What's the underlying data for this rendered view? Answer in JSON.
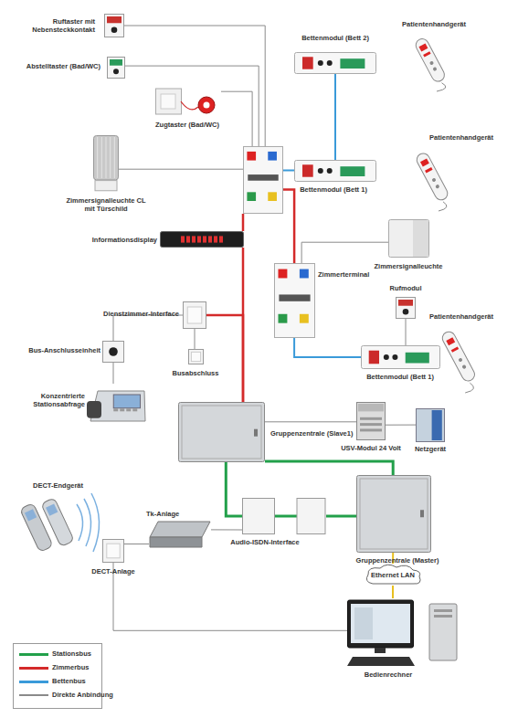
{
  "diagram": {
    "nodes": [
      {
        "text": [
          "Ruftaster mit Nebensteckkontakt"
        ]
      },
      {
        "text": [
          "Abstelltaster (Bad/WC)"
        ]
      },
      {
        "text": [
          "Zugtaster (Bad/WC)"
        ]
      },
      {
        "text": [
          "Zimmersignalleuchte CL mit Türschild"
        ]
      },
      {
        "text": [
          "Bettenmodul (Bett 2)"
        ]
      },
      {
        "text": [
          "Patientenhandgerät"
        ]
      },
      {
        "text": []
      },
      {
        "text": [
          "Patientenhandgerät"
        ]
      },
      {
        "text": [
          "Bettenmodul (Bett 1)"
        ]
      },
      {
        "text": [
          "Informationsdisplay"
        ]
      },
      {
        "text": [
          "Zimmerterminal"
        ]
      },
      {
        "text": [
          "Zimmersignalleuchte"
        ]
      },
      {
        "text": [
          "Rufmodul"
        ]
      },
      {
        "text": [
          "Patientenhandgerät"
        ]
      },
      {
        "text": [
          "Bettenmodul (Bett 1)"
        ]
      },
      {
        "text": [
          "Dienstzimmer-Interface"
        ]
      },
      {
        "text": [
          "Bus-Anschlusseinheit"
        ]
      },
      {
        "text": [
          "Busabschluss"
        ]
      },
      {
        "text": [
          "Konzentrierte Stationsabfrage"
        ]
      },
      {
        "text": [
          "Gruppenzentrale (Slave1)"
        ]
      },
      {
        "text": [
          "USV-Modul 24 Volt"
        ]
      },
      {
        "text": [
          "Netzgerät"
        ]
      },
      {
        "text": [
          "DECT-Endgerät"
        ]
      },
      {
        "text": [
          "Tk-Anlage"
        ]
      },
      {
        "text": [
          "Audio-ISDN-Interface"
        ]
      },
      {
        "text": [
          "Gruppenzentrale (Master)"
        ]
      },
      {
        "text": [
          "Ethernet LAN"
        ]
      },
      {
        "text": [
          "DECT-Anlage"
        ]
      },
      {
        "text": [
          "Bedienrechner"
        ]
      }
    ],
    "edges": [
      {
        "from": 0,
        "to": 6,
        "arrow": "none"
      },
      {
        "from": 1,
        "to": 6,
        "arrow": "none"
      },
      {
        "from": 2,
        "to": 6,
        "arrow": "none"
      },
      {
        "from": 3,
        "to": 6,
        "arrow": "none"
      },
      {
        "from": 6,
        "to": 8,
        "arrow": "none"
      },
      {
        "from": 8,
        "to": 4,
        "arrow": "none"
      },
      {
        "from": 6,
        "to": 10,
        "arrow": "none"
      },
      {
        "from": 6,
        "to": 9,
        "arrow": "none"
      },
      {
        "from": 9,
        "to": 19,
        "arrow": "none"
      },
      {
        "from": 15,
        "to": 19,
        "arrow": "none"
      },
      {
        "from": 15,
        "to": 17,
        "arrow": "none"
      },
      {
        "from": 15,
        "to": 16,
        "arrow": "none"
      },
      {
        "from": 16,
        "to": 18,
        "arrow": "none"
      },
      {
        "from": 10,
        "to": 11,
        "arrow": "none"
      },
      {
        "from": 10,
        "to": 14,
        "arrow": "none"
      },
      {
        "from": 12,
        "to": 14,
        "arrow": "none"
      },
      {
        "from": 19,
        "to": 20,
        "arrow": "none"
      },
      {
        "from": 20,
        "to": 21,
        "arrow": "none"
      },
      {
        "from": 19,
        "to": 25,
        "arrow": "none"
      },
      {
        "from": 19,
        "to": 24,
        "arrow": "none"
      },
      {
        "from": 24,
        "to": 25,
        "arrow": "none"
      },
      {
        "from": 23,
        "to": 24,
        "arrow": "none"
      },
      {
        "from": 23,
        "to": 27,
        "arrow": "none"
      },
      {
        "from": 27,
        "to": 28,
        "arrow": "none"
      },
      {
        "from": 25,
        "to": 26,
        "arrow": "none"
      },
      {
        "from": 26,
        "to": 28,
        "arrow": "none"
      }
    ],
    "legend": [
      {
        "text": "Stationsbus",
        "color": "#22a04a"
      },
      {
        "text": "Zimmerbus",
        "color": "#d42a2a"
      },
      {
        "text": "Bettenbus",
        "color": "#3a9ad9"
      },
      {
        "text": "Direkte Anbindung",
        "color": "#8a8a8a"
      }
    ]
  }
}
